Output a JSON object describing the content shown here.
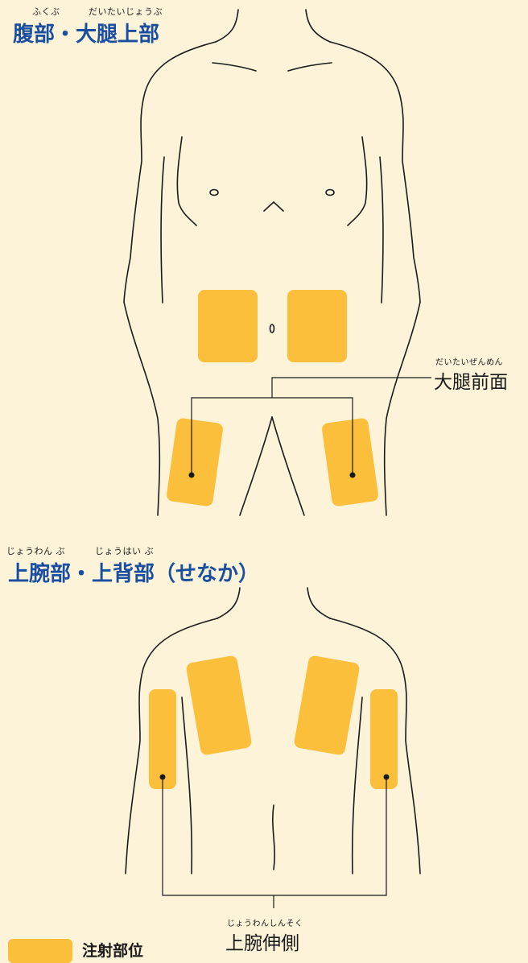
{
  "section1": {
    "ruby_left": "ふくぶ",
    "ruby_right": "だいたいじょうぶ",
    "title": "腹部・大腿上部"
  },
  "section2": {
    "ruby_left": "じょうわん ぶ",
    "ruby_right": "じょうはい ぶ",
    "title": "上腕部・上背部（せなか）"
  },
  "callout_thigh": {
    "ruby": "だいたいぜんめん",
    "label": "大腿前面"
  },
  "callout_arm": {
    "ruby": "じょうわんしんそく",
    "label": "上腕伸側"
  },
  "legend": {
    "label": "注射部位"
  },
  "colors": {
    "background": "#fdf3d8",
    "injection_site": "#fbbf3c",
    "title": "#1a4ea0",
    "outline": "#1a1a1a"
  }
}
